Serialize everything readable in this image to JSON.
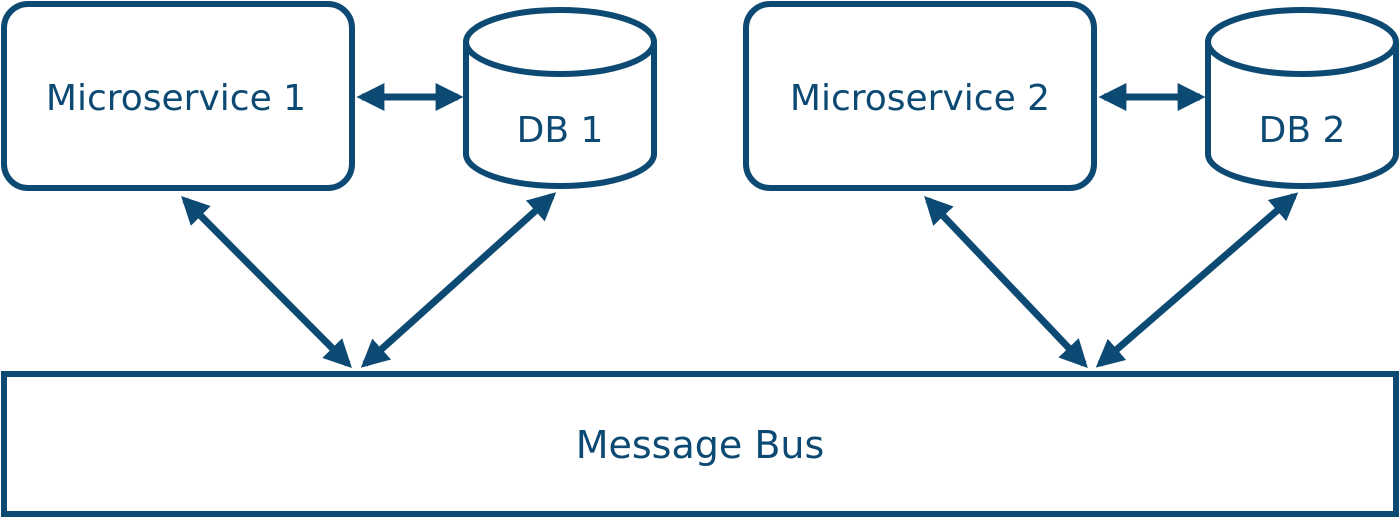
{
  "nodes": {
    "service1": {
      "label": "Microservice 1"
    },
    "db1": {
      "label": "DB 1"
    },
    "service2": {
      "label": "Microservice 2"
    },
    "db2": {
      "label": "DB 2"
    },
    "bus": {
      "label": "Message Bus"
    }
  },
  "edges": [
    {
      "from": "Microservice 1",
      "to": "DB 1",
      "direction": "both"
    },
    {
      "from": "Microservice 1",
      "to": "Message Bus",
      "direction": "both"
    },
    {
      "from": "DB 1",
      "to": "Message Bus",
      "direction": "both"
    },
    {
      "from": "Microservice 2",
      "to": "DB 2",
      "direction": "both"
    },
    {
      "from": "Microservice 2",
      "to": "Message Bus",
      "direction": "both"
    },
    {
      "from": "DB 2",
      "to": "Message Bus",
      "direction": "both"
    }
  ],
  "colors": {
    "stroke": "#0d4a73",
    "text": "#0d4a73",
    "background": "#ffffff"
  }
}
